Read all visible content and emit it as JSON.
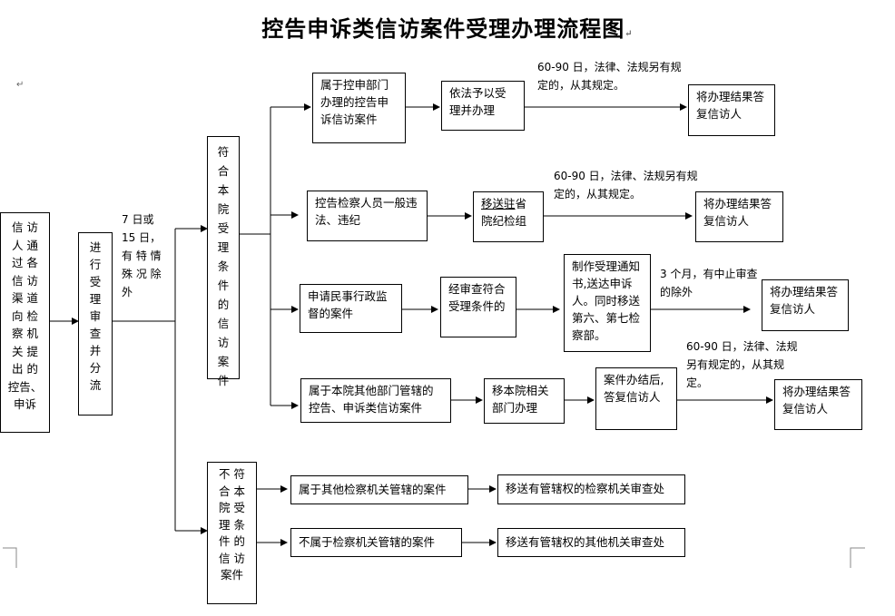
{
  "title": "控告申诉类信访案件受理办理流程图",
  "nodes": {
    "start": "信 访 人 通 过 各 信 访 渠 道 向 检 察 机 关 提 出 的 控告、申诉",
    "review": "进 行 受 理 审 查 并 分 流",
    "accept": "符 合 本 院 受 理 条 件 的 信 访 案 件",
    "reject": "不 符 合 本 院 受 理 条 件 的 信 访 案件",
    "r1_case": "属于控申部门办理的控告申诉信访案件",
    "r1_step": "依法予以受理并办理",
    "r2_case": "控告检察人员一般违法、违纪",
    "r2_step_prefix": "移送驻",
    "r2_step_rest": "省院纪检组",
    "r3_case": "申请民事行政监督的案件",
    "r3_step": "经审查符合受理条件的",
    "r3_step2": "制作受理通知书,送达申诉人。同时移送第六、第七检察部。",
    "r4_case": "属于本院其他部门管辖的控告、申诉类信访案件",
    "r4_step": "移本院相关部门办理",
    "r4_step2": "案件办结后,答复信访人",
    "r5_case": "属于其他检察机关管辖的案件",
    "r5_step": "移送有管辖权的检察机关审查处",
    "r6_case": "不属于检察机关管辖的案件",
    "r6_step": "移送有管辖权的其他机关审查处",
    "result": "将办理结果答复信访人"
  },
  "notes": {
    "time": "7 日或 15 日，有 特 情 殊 况 除 外",
    "n1": "60-90 日，法律、法规另有规定的，从其规定。",
    "n2": "60-90 日，法律、法规另有规定的，从其规定。",
    "n3": "3 个月，有中止审查的除外",
    "n4": "60-90  日，法律、法规另有规定的，从其规定。"
  },
  "marks": {
    "para": "↵"
  }
}
